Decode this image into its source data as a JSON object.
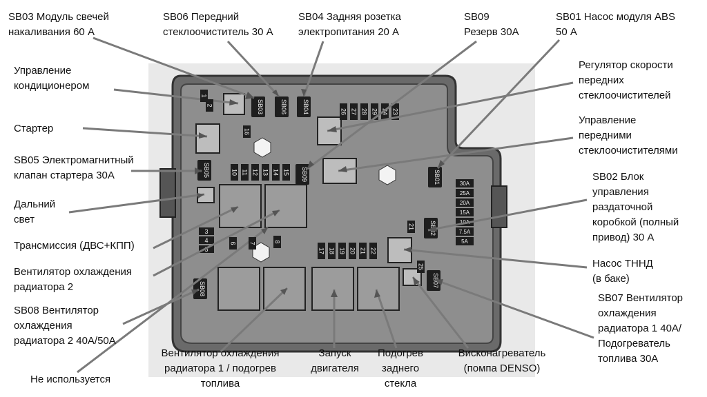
{
  "labels": {
    "sb03": "SB03 Модуль свечей\nнакаливания 60 А",
    "sb06": "SB06 Передний\nстеклоочиститель 30 А",
    "sb04": "SB04 Задняя розетка\nэлектропитания 20 А",
    "sb09": "SB09\nРезерв 30А",
    "sb01": "SB01 Насос модуля ABS\n50 А",
    "ac": "Управление\nкондиционером",
    "wiper_speed": "Регулятор скорости\nпередних\nстеклоочистителей",
    "starter": "Стартер",
    "wiper_ctrl": "Управление\nпередними\nстеклоочистителями",
    "sb05": "SB05 Электромагнитный\nклапан стартера 30А",
    "high_beam": "Дальний\nсвет",
    "sb02": "SB02 Блок\nуправления\nраздаточной\nкоробкой (полный\nпривод) 30 А",
    "transmission": "Трансмиссия (ДВС+КПП)",
    "fan2": "Вентилятор охлаждения\nрадиатора 2",
    "tnnd": "Насос ТННД\n(в баке)",
    "sb08": "SB08 Вентилятор\nохлаждения\nрадиатора 2 40А/50А",
    "sb07": "SB07 Вентилятор\nохлаждения\nрадиатора 1 40А/\nПодогреватель\nтоплива 30А",
    "unused": "Не используется",
    "fan1": "Вентилятор охлаждения\nрадиатора 1 / подогрев\nтоплива",
    "engine_start": "Запуск\nдвигателя",
    "rear_defrost": "Подогрев\nзаднего\nстекла",
    "visco": "Висконагреватель\n(помпа DENSO)"
  },
  "fuses": {
    "sb03": "SB03",
    "sb06": "SB06",
    "sb04": "SB04",
    "sb09": "SB09",
    "sb01": "SB01",
    "sb05": "SB05",
    "sb02": "SB02",
    "sb07": "SB07",
    "sb08": "SB08"
  },
  "mini_fuses": {
    "top_row": [
      "26",
      "27",
      "28",
      "29",
      "24",
      "23"
    ],
    "mid_row": [
      "10",
      "11",
      "12",
      "13",
      "14",
      "15"
    ],
    "bottom_row": [
      "17",
      "18",
      "19",
      "20",
      "21",
      "22"
    ],
    "left_col": [
      "3",
      "4",
      "5"
    ],
    "misc": [
      "1",
      "2",
      "16",
      "6",
      "7",
      "8",
      "21",
      "25"
    ]
  },
  "amp_ratings": [
    "30A",
    "25A",
    "20A",
    "15A",
    "10A",
    "7.5A",
    "5A"
  ],
  "colors": {
    "housing": "#555555",
    "board": "#8a8a8a",
    "background_panel": "#e9e9e9",
    "leader": "#7a7a7a",
    "fuse": "#1e1e1e",
    "relay": "#909090"
  }
}
